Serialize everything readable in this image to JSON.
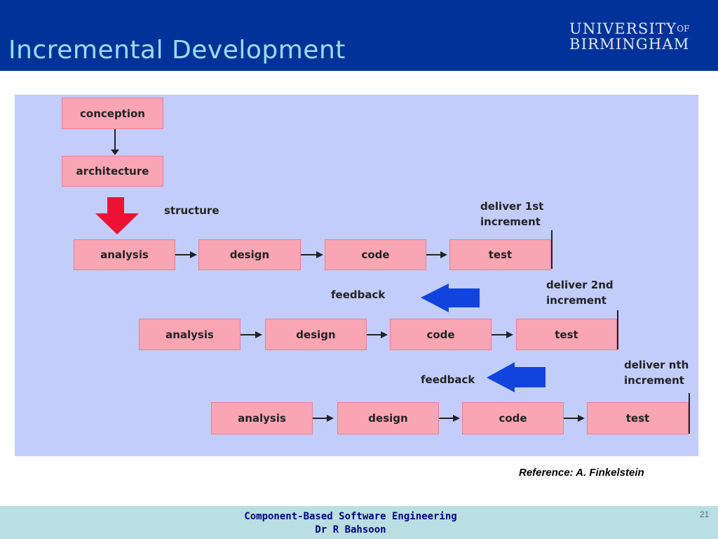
{
  "slide": {
    "title": "Incremental Development",
    "logo": {
      "line1": "UNIVERSITY",
      "of": "OF",
      "line2": "BIRMINGHAM"
    },
    "reference": "Reference: A. Finkelstein",
    "footer": {
      "line1": "Component-Based Software Engineering",
      "line2": "Dr R Bahsoon"
    },
    "page_number": "21"
  },
  "diagram": {
    "conception": "conception",
    "architecture": "architecture",
    "structure": "structure",
    "increments": [
      {
        "stages": [
          "analysis",
          "design",
          "code",
          "test"
        ],
        "deliver": [
          "deliver 1st",
          "increment"
        ]
      },
      {
        "stages": [
          "analysis",
          "design",
          "code",
          "test"
        ],
        "deliver": [
          "deliver 2nd",
          "increment"
        ],
        "feedback": "feedback"
      },
      {
        "stages": [
          "analysis",
          "design",
          "code",
          "test"
        ],
        "deliver": [
          "deliver nth",
          "increment"
        ],
        "feedback": "feedback"
      }
    ],
    "colors": {
      "box_fill": "#f9a5b3",
      "panel": "#c3cdfb",
      "structure_arrow": "#ee1133",
      "feedback_arrow": "#1144dd",
      "header": "#003399"
    }
  }
}
